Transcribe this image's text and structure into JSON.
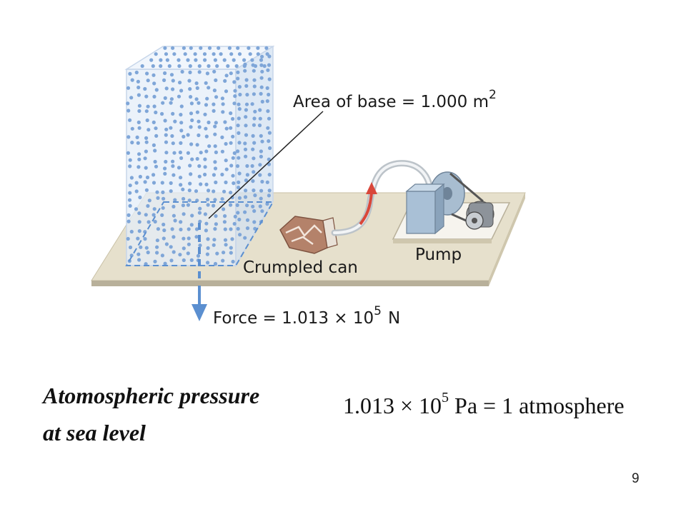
{
  "figure": {
    "area_label_main": "Area of base = 1.000 m",
    "area_label_exp": "2",
    "crumpled_label": "Crumpled can",
    "pump_label": "Pump",
    "force_label_main": "Force = 1.013 × 10",
    "force_label_exp": "5",
    "force_label_unit": "N",
    "colors": {
      "dots": "#7fa6d8",
      "column": "#e4eef8",
      "table": "#e6e0cc",
      "arrow": "#5b8fd0",
      "tube_arrow": "#d9473a"
    }
  },
  "caption": {
    "left_line1": "Atomospheric pressure",
    "left_line2": "at sea level",
    "right_value": "1.013",
    "right_times": "×",
    "right_base": "10",
    "right_exp": "5",
    "right_unit": "Pa",
    "right_equals": "=",
    "right_result": "1 atmosphere"
  },
  "page_number": "9"
}
